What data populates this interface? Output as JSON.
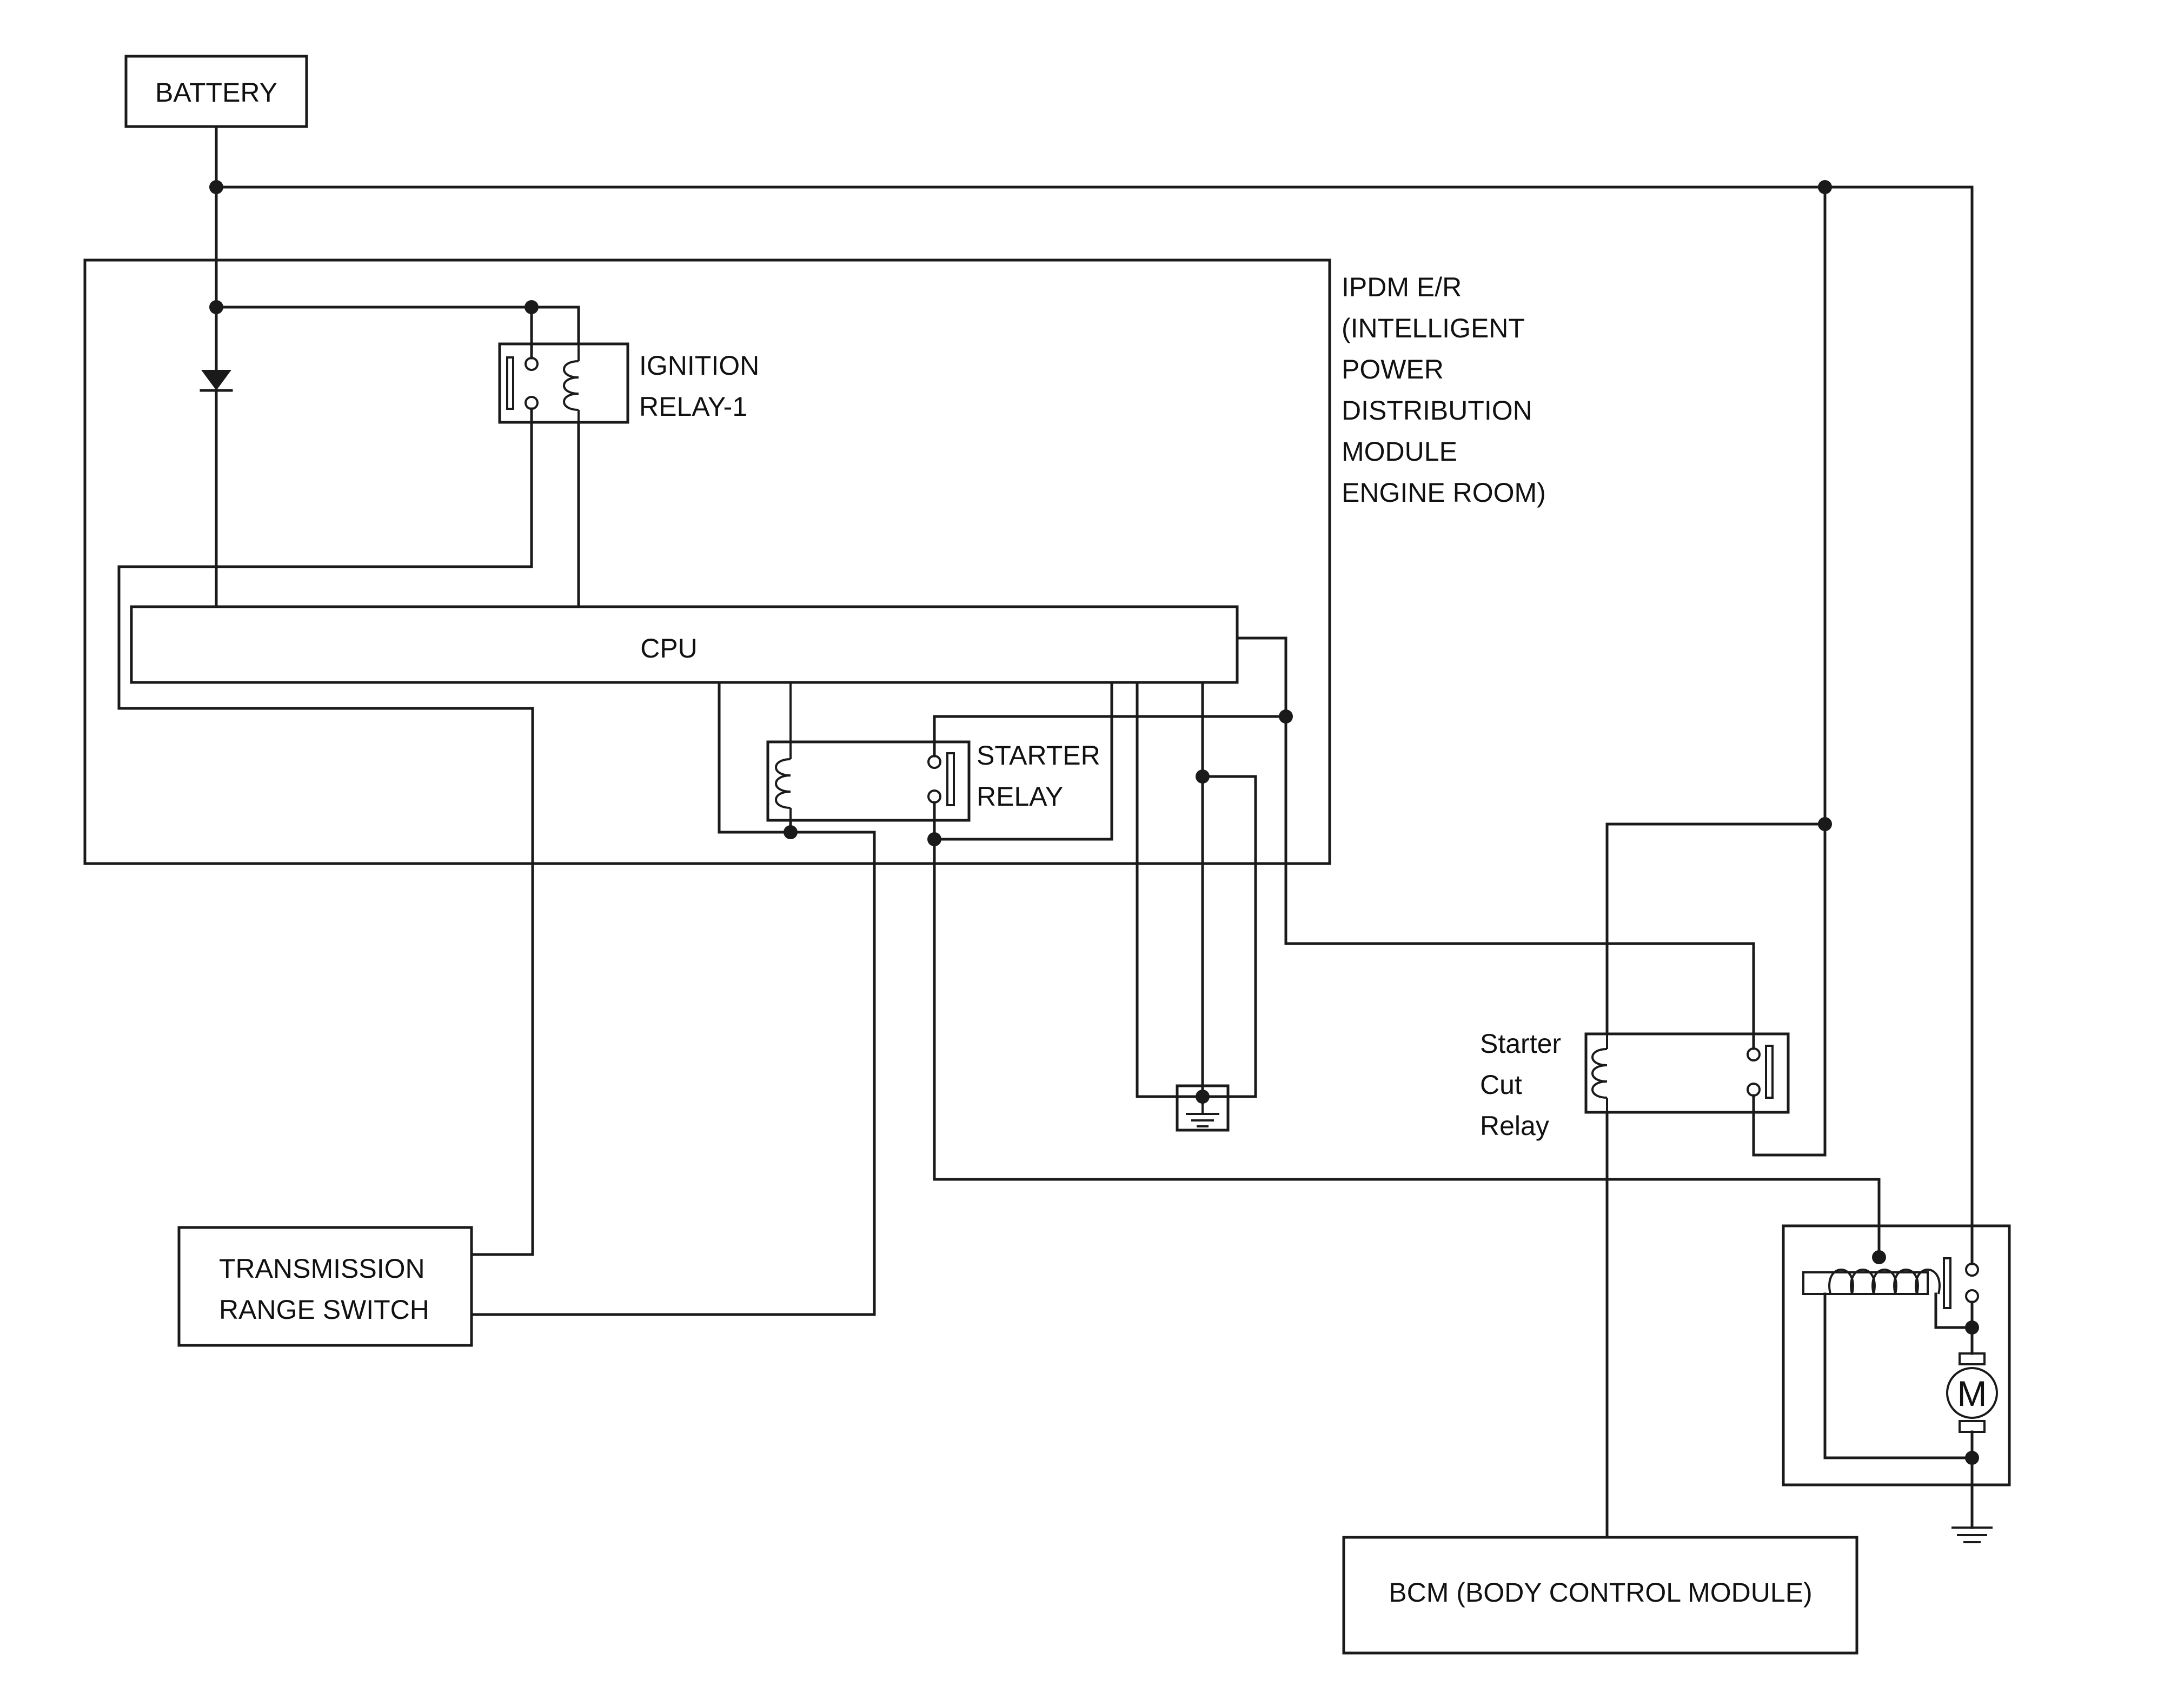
{
  "labels": {
    "battery": "BATTERY",
    "ipdm": [
      "IPDM E/R",
      "(INTELLIGENT",
      "POWER",
      "DISTRIBUTION",
      "MODULE",
      "ENGINE ROOM)"
    ],
    "ignition_relay": [
      "IGNITION",
      "RELAY-1"
    ],
    "cpu": "CPU",
    "starter_relay": [
      "STARTER",
      "RELAY"
    ],
    "starter_cut_relay": [
      "Starter",
      "Cut",
      "Relay"
    ],
    "transmission_range_switch": [
      "TRANSMISSION",
      "RANGE SWITCH"
    ],
    "bcm": "BCM (BODY CONTROL MODULE)",
    "motor": "M"
  },
  "colors": {
    "line": "#1a1a1a",
    "background": "#ffffff"
  }
}
